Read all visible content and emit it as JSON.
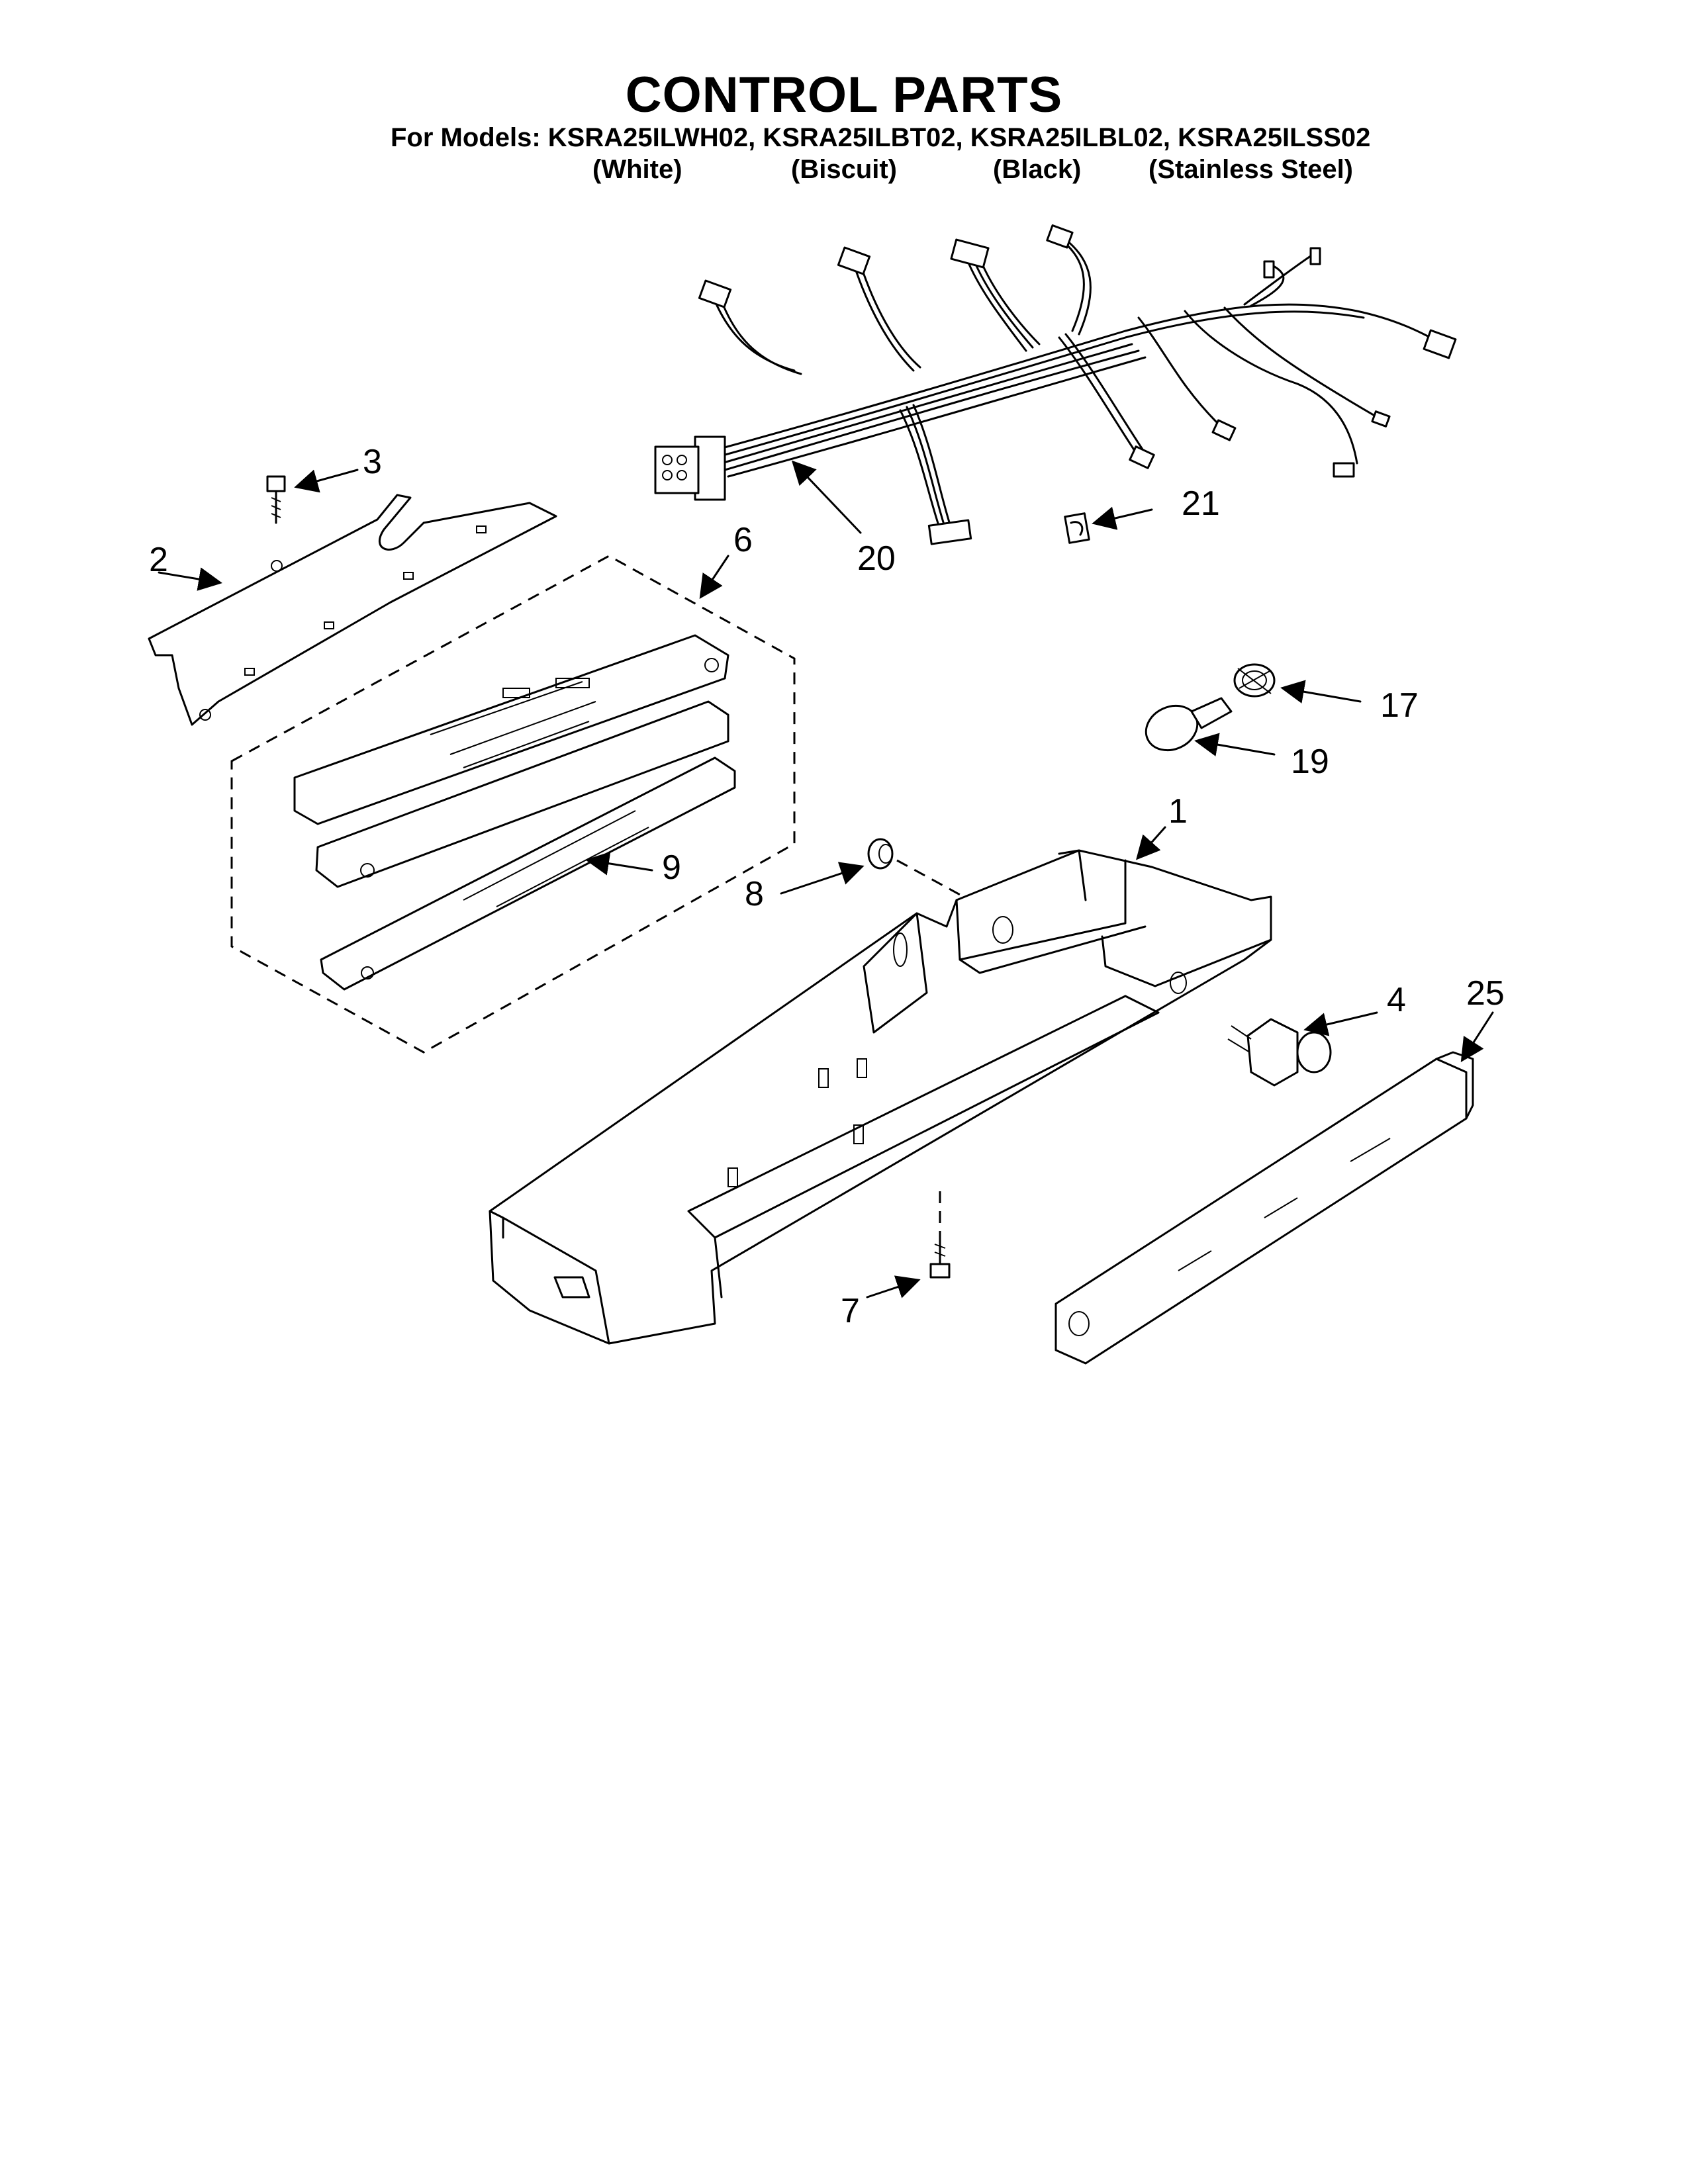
{
  "header": {
    "title": "CONTROL PARTS",
    "models_line": "For Models: KSRA25ILWH02, KSRA25ILBT02, KSRA25ILBL02, KSRA25ILSS02",
    "variants": [
      "(White)",
      "(Biscuit)",
      "(Black)",
      "(Stainless Steel)"
    ]
  },
  "callouts": {
    "c1": "1",
    "c2": "2",
    "c3": "3",
    "c4": "4",
    "c6": "6",
    "c7": "7",
    "c8": "8",
    "c9": "9",
    "c17": "17",
    "c19": "19",
    "c20": "20",
    "c21": "21",
    "c25": "25"
  }
}
